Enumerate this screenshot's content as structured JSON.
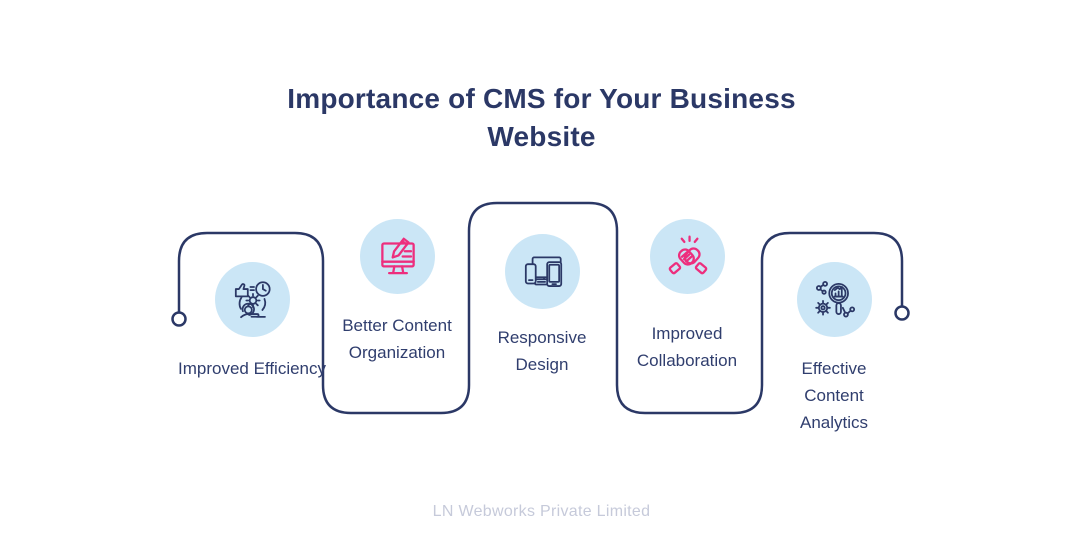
{
  "title": "Importance of CMS for Your Business Website",
  "footer_credit": "LN Webworks Private Limited",
  "colors": {
    "navy": "#2b3866",
    "pink": "#ed2e7d",
    "circle_blue": "#cbe6f6",
    "label_navy": "#303e6e",
    "footer_gray": "#c6cada",
    "background": "#ffffff"
  },
  "items": [
    {
      "label": "Improved Efficiency",
      "icon": "efficiency-icon",
      "icon_color": "#2b3866"
    },
    {
      "label": "Better Content Organization",
      "icon": "content-organization-icon",
      "icon_color": "#ed2e7d"
    },
    {
      "label": "Responsive Design",
      "icon": "responsive-devices-icon",
      "icon_color": "#2b3866"
    },
    {
      "label": "Improved Collaboration",
      "icon": "collaboration-icon",
      "icon_color": "#ed2e7d"
    },
    {
      "label": "Effective Content Analytics",
      "icon": "content-analytics-icon",
      "icon_color": "#2b3866"
    }
  ]
}
